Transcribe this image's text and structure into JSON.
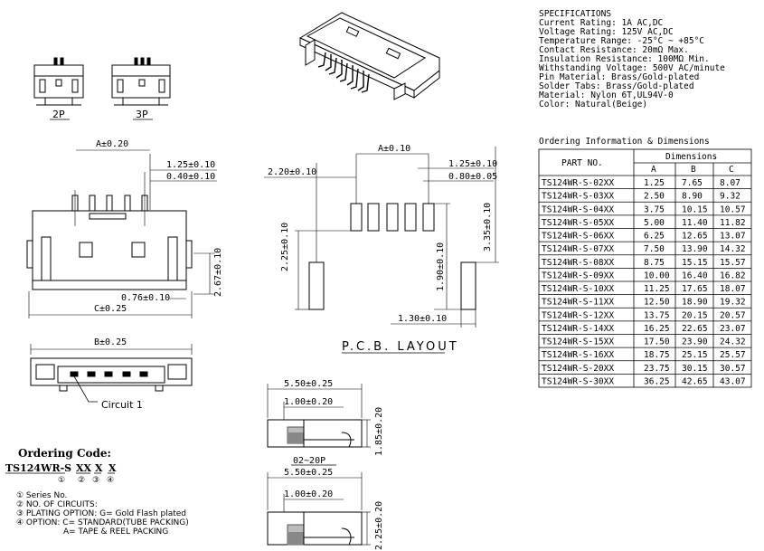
{
  "specifications": {
    "title": "SPECIFICATIONS",
    "lines": [
      "Current Rating: 1A AC,DC",
      "Voltage Rating: 125V AC,DC",
      "Temperature Range: -25°C ~ +85°C",
      "Contact Resistance: 20mΩ Max.",
      "Insulation Resistance: 100MΩ Min.",
      "Withstanding Voltage: 500V AC/minute",
      "Pin Material: Brass/Gold-plated",
      "Solder Tabs: Brass/Gold-plated",
      "Material: Nylon 6T,UL94V-0",
      "Color: Natural(Beige)"
    ]
  },
  "views": {
    "label_2p": "2P",
    "label_3p": "3P",
    "circuit_label": "Circuit 1",
    "pcb_layout_label": "P.C.B. LAYOUT",
    "side_variant_label": "02~20P"
  },
  "dimensions": {
    "front": {
      "a": "A±0.20",
      "pitch": "1.25±0.10",
      "pin": "0.40±0.10",
      "height": "2.67±0.10",
      "tab": "0.76±0.10",
      "c": "C±0.25"
    },
    "bottom": {
      "b": "B±0.25"
    },
    "pcb": {
      "offset": "2.20±0.10",
      "a": "A±0.10",
      "pitch": "1.25±0.10",
      "pad_width": "0.80±0.05",
      "height_left": "2.25±0.10",
      "height_mid": "1.90±0.10",
      "height_right": "3.35±0.10",
      "tab_width": "1.30±0.10"
    },
    "side1": {
      "w1": "5.50±0.25",
      "w2": "1.00±0.20",
      "h": "1.85±0.20"
    },
    "side2": {
      "w1": "5.50±0.25",
      "w2": "1.00±0.20",
      "h": "2.25±0.20"
    }
  },
  "ordering_code": {
    "title": "Ordering Code:",
    "prefix": "TS124WR-S",
    "sep": "-",
    "xx": "XX",
    "x1": "X",
    "x2": "X",
    "markers": [
      "①",
      "②",
      "③",
      "④"
    ],
    "notes": [
      "① Series No.",
      "② NO. OF CIRCUITS:",
      "③ PLATING OPTION: G= Gold Flash plated",
      "④ OPTION:  C= STANDARD(TUBE PACKING)",
      "A= TAPE & REEL PACKING"
    ]
  },
  "dimension_table": {
    "title": "Ordering Information & Dimensions",
    "part_header": "PART NO.",
    "group_header": "Dimensions",
    "columns": [
      "A",
      "B",
      "C"
    ],
    "rows": [
      {
        "part": "TS124WR-S-02XX",
        "a": "1.25",
        "b": "7.65",
        "c": "8.07"
      },
      {
        "part": "TS124WR-S-03XX",
        "a": "2.50",
        "b": "8.90",
        "c": "9.32"
      },
      {
        "part": "TS124WR-S-04XX",
        "a": "3.75",
        "b": "10.15",
        "c": "10.57"
      },
      {
        "part": "TS124WR-S-05XX",
        "a": "5.00",
        "b": "11.40",
        "c": "11.82"
      },
      {
        "part": "TS124WR-S-06XX",
        "a": "6.25",
        "b": "12.65",
        "c": "13.07"
      },
      {
        "part": "TS124WR-S-07XX",
        "a": "7.50",
        "b": "13.90",
        "c": "14.32"
      },
      {
        "part": "TS124WR-S-08XX",
        "a": "8.75",
        "b": "15.15",
        "c": "15.57"
      },
      {
        "part": "TS124WR-S-09XX",
        "a": "10.00",
        "b": "16.40",
        "c": "16.82"
      },
      {
        "part": "TS124WR-S-10XX",
        "a": "11.25",
        "b": "17.65",
        "c": "18.07"
      },
      {
        "part": "TS124WR-S-11XX",
        "a": "12.50",
        "b": "18.90",
        "c": "19.32"
      },
      {
        "part": "TS124WR-S-12XX",
        "a": "13.75",
        "b": "20.15",
        "c": "20.57"
      },
      {
        "part": "TS124WR-S-14XX",
        "a": "16.25",
        "b": "22.65",
        "c": "23.07"
      },
      {
        "part": "TS124WR-S-15XX",
        "a": "17.50",
        "b": "23.90",
        "c": "24.32"
      },
      {
        "part": "TS124WR-S-16XX",
        "a": "18.75",
        "b": "25.15",
        "c": "25.57"
      },
      {
        "part": "TS124WR-S-20XX",
        "a": "23.75",
        "b": "30.15",
        "c": "30.57"
      },
      {
        "part": "TS124WR-S-30XX",
        "a": "36.25",
        "b": "42.65",
        "c": "43.07"
      }
    ]
  }
}
